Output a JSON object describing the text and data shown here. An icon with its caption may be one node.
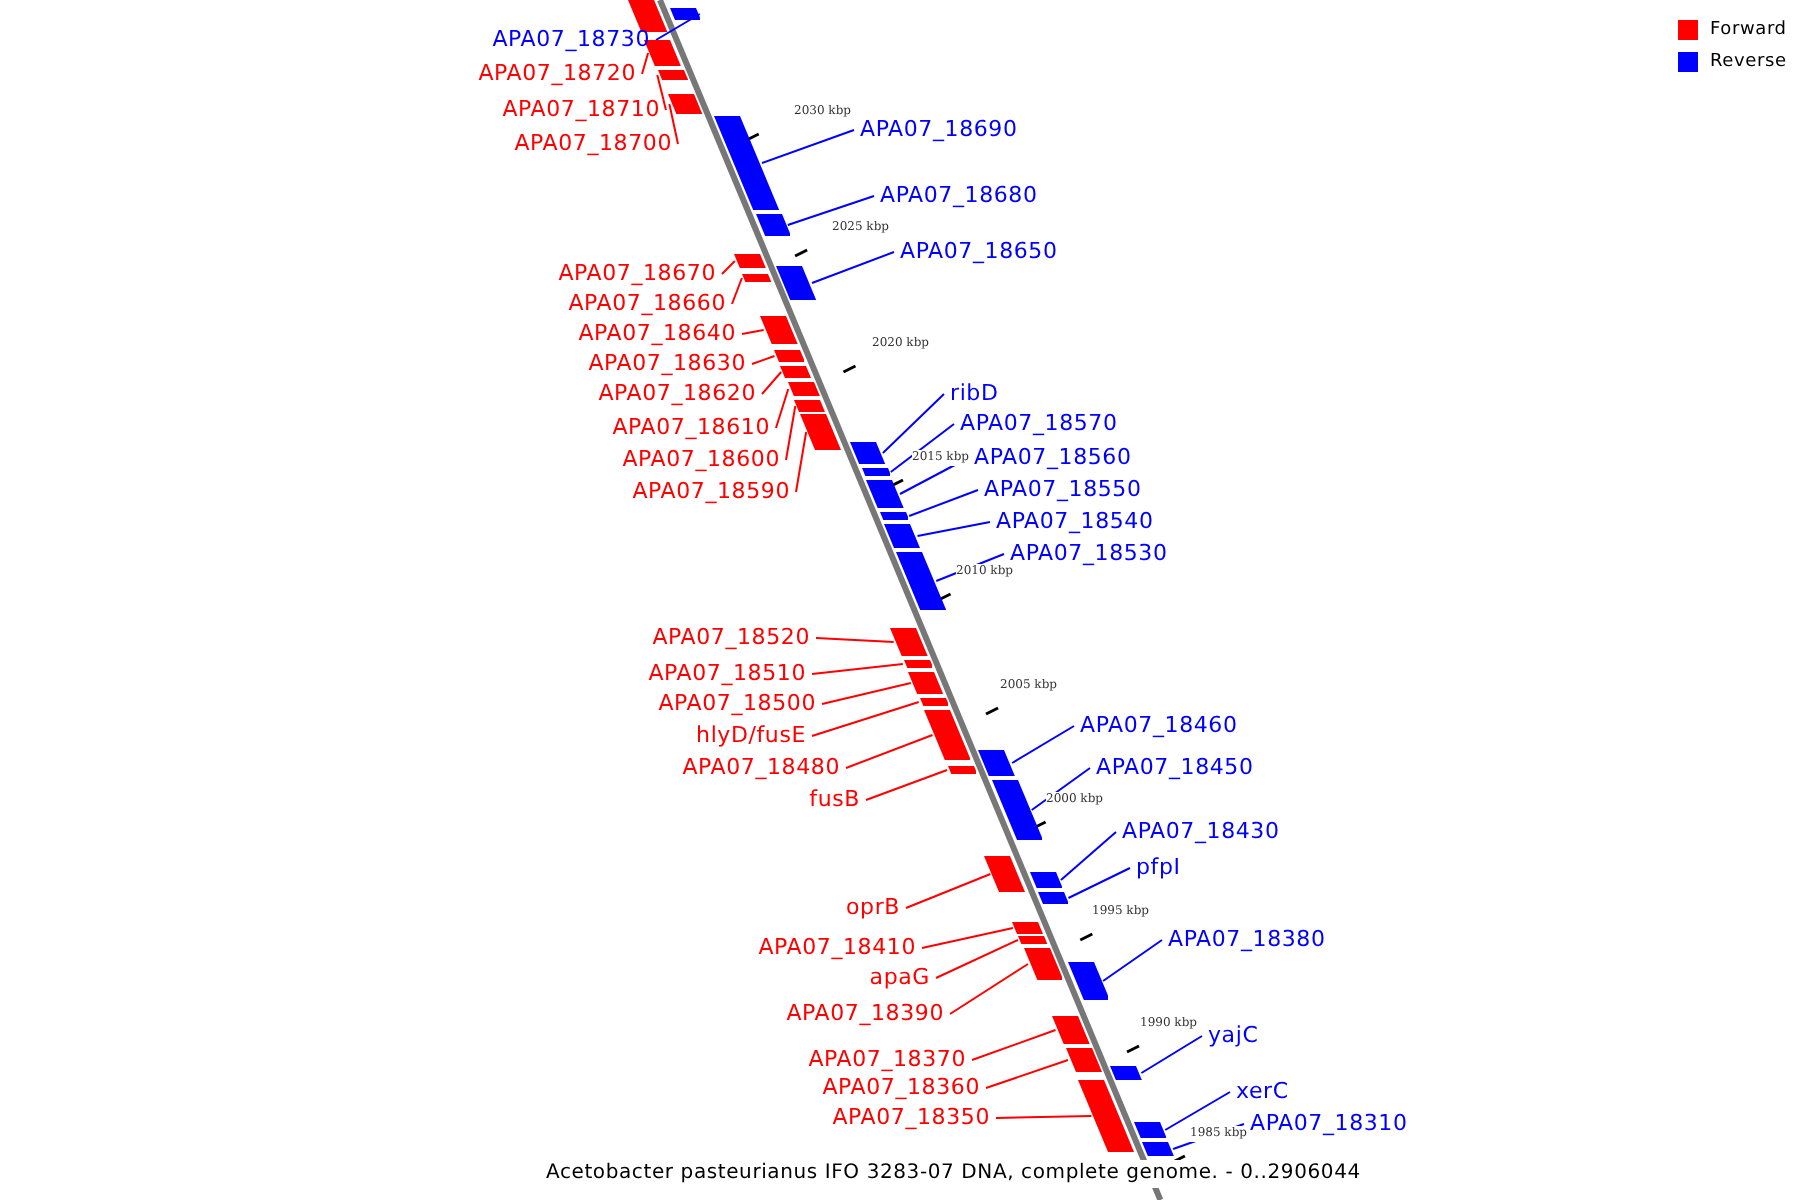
{
  "diagram": {
    "caption": "Acetobacter pasteurianus IFO 3283-07 DNA, complete genome. - 0..2906044",
    "nodes": [
      {
        "text": [
          "APA07_18730"
        ]
      },
      {
        "text": [
          "APA07_18720"
        ]
      },
      {
        "text": [
          "APA07_18710"
        ]
      },
      {
        "text": [
          "APA07_18690"
        ]
      },
      {
        "text": [
          "APA07_18700"
        ]
      },
      {
        "text": [
          "APA07_18680"
        ]
      },
      {
        "text": [
          "APA07_18650"
        ]
      },
      {
        "text": [
          "APA07_18670"
        ]
      },
      {
        "text": [
          "APA07_18660"
        ]
      },
      {
        "text": [
          "APA07_18640"
        ]
      },
      {
        "text": [
          "APA07_18630"
        ]
      },
      {
        "text": [
          "APA07_18620"
        ]
      },
      {
        "text": [
          "ribD"
        ]
      },
      {
        "text": [
          "APA07_18570"
        ]
      },
      {
        "text": [
          "APA07_18610"
        ]
      },
      {
        "text": [
          "APA07_18560"
        ]
      },
      {
        "text": [
          "APA07_18600"
        ]
      },
      {
        "text": [
          "APA07_18550"
        ]
      },
      {
        "text": [
          "APA07_18590"
        ]
      },
      {
        "text": [
          "APA07_18540"
        ]
      },
      {
        "text": [
          "APA07_18530"
        ]
      },
      {
        "text": [
          "APA07_18520"
        ]
      },
      {
        "text": [
          "APA07_18510"
        ]
      },
      {
        "text": [
          "APA07_18500"
        ]
      },
      {
        "text": [
          "APA07_18460"
        ]
      },
      {
        "text": [
          "hlyD/fusE"
        ]
      },
      {
        "text": [
          "APA07_18480"
        ]
      },
      {
        "text": [
          "APA07_18450"
        ]
      },
      {
        "text": [
          "fusB"
        ]
      },
      {
        "text": [
          "APA07_18430"
        ]
      },
      {
        "text": [
          "pfpI"
        ]
      },
      {
        "text": [
          "oprB"
        ]
      },
      {
        "text": [
          "APA07_18380"
        ]
      },
      {
        "text": [
          "APA07_18410"
        ]
      },
      {
        "text": [
          "apaG"
        ]
      },
      {
        "text": [
          "APA07_18390"
        ]
      },
      {
        "text": [
          "yajC"
        ]
      },
      {
        "text": [
          "APA07_18370"
        ]
      },
      {
        "text": [
          "APA07_18360"
        ]
      },
      {
        "text": [
          "xerC"
        ]
      },
      {
        "text": [
          "APA07_18350"
        ]
      },
      {
        "text": [
          "APA07_18310"
        ]
      },
      {
        "text": [],
        "shape": "bar"
      },
      {
        "text": [],
        "shape": "bar"
      },
      {
        "text": [],
        "shape": "bar"
      },
      {
        "text": [],
        "shape": "bar"
      },
      {
        "text": [],
        "shape": "bar"
      },
      {
        "text": [],
        "shape": "bar"
      },
      {
        "text": [],
        "shape": "bar"
      },
      {
        "text": [],
        "shape": "bar"
      },
      {
        "text": [],
        "shape": "bar"
      },
      {
        "text": [],
        "shape": "bar"
      },
      {
        "text": [],
        "shape": "bar"
      },
      {
        "text": [],
        "shape": "bar"
      },
      {
        "text": [],
        "shape": "bar"
      },
      {
        "text": [],
        "shape": "bar"
      },
      {
        "text": [],
        "shape": "bar"
      },
      {
        "text": [],
        "shape": "bar"
      },
      {
        "text": [],
        "shape": "bar"
      },
      {
        "text": [],
        "shape": "bar"
      },
      {
        "text": [],
        "shape": "bar"
      },
      {
        "text": [],
        "shape": "bar"
      },
      {
        "text": [],
        "shape": "bar"
      },
      {
        "text": [],
        "shape": "bar"
      },
      {
        "text": [],
        "shape": "bar"
      },
      {
        "text": [],
        "shape": "bar"
      },
      {
        "text": [],
        "shape": "bar"
      },
      {
        "text": [],
        "shape": "bar"
      },
      {
        "text": [],
        "shape": "bar"
      },
      {
        "text": [],
        "shape": "bar"
      },
      {
        "text": [],
        "shape": "bar"
      },
      {
        "text": [],
        "shape": "bar"
      },
      {
        "text": [],
        "shape": "bar"
      },
      {
        "text": [],
        "shape": "bar"
      },
      {
        "text": [],
        "shape": "bar"
      },
      {
        "text": [],
        "shape": "bar"
      },
      {
        "text": [],
        "shape": "bar"
      },
      {
        "text": [],
        "shape": "bar"
      },
      {
        "text": [],
        "shape": "bar"
      },
      {
        "text": [],
        "shape": "bar"
      },
      {
        "text": [],
        "shape": "bar"
      },
      {
        "text": [],
        "shape": "bar"
      },
      {
        "text": [],
        "shape": "bar"
      },
      {
        "text": [],
        "shape": "bar"
      },
      {
        "text": [],
        "shape": "bar"
      }
    ],
    "edges": [
      {
        "from": 0,
        "to": 43,
        "arrow": "none",
        "color": "#0000ff"
      },
      {
        "from": 1,
        "to": 44,
        "arrow": "none"
      },
      {
        "from": 2,
        "to": 45,
        "arrow": "none"
      },
      {
        "from": 3,
        "to": 47,
        "arrow": "none",
        "color": "#0000ff"
      },
      {
        "from": 4,
        "to": 46,
        "arrow": "none"
      },
      {
        "from": 5,
        "to": 48,
        "arrow": "none",
        "color": "#0000ff"
      },
      {
        "from": 6,
        "to": 50,
        "arrow": "none",
        "color": "#0000ff"
      },
      {
        "from": 7,
        "to": 49,
        "arrow": "none"
      },
      {
        "from": 8,
        "to": 51,
        "arrow": "none"
      },
      {
        "from": 9,
        "to": 52,
        "arrow": "none"
      },
      {
        "from": 10,
        "to": 53,
        "arrow": "none"
      },
      {
        "from": 11,
        "to": 54,
        "arrow": "none"
      },
      {
        "from": 12,
        "to": 58,
        "arrow": "none",
        "color": "#0000ff"
      },
      {
        "from": 13,
        "to": 59,
        "arrow": "none",
        "color": "#0000ff"
      },
      {
        "from": 14,
        "to": 55,
        "arrow": "none"
      },
      {
        "from": 15,
        "to": 60,
        "arrow": "none",
        "color": "#0000ff"
      },
      {
        "from": 16,
        "to": 56,
        "arrow": "none"
      },
      {
        "from": 17,
        "to": 61,
        "arrow": "none",
        "color": "#0000ff"
      },
      {
        "from": 18,
        "to": 57,
        "arrow": "none"
      },
      {
        "from": 19,
        "to": 62,
        "arrow": "none",
        "color": "#0000ff"
      },
      {
        "from": 20,
        "to": 63,
        "arrow": "none",
        "color": "#0000ff"
      },
      {
        "from": 21,
        "to": 64,
        "arrow": "none"
      },
      {
        "from": 22,
        "to": 65,
        "arrow": "none"
      },
      {
        "from": 23,
        "to": 66,
        "arrow": "none"
      },
      {
        "from": 24,
        "to": 69,
        "arrow": "none",
        "color": "#0000ff"
      },
      {
        "from": 25,
        "to": 67,
        "arrow": "none"
      },
      {
        "from": 26,
        "to": 68,
        "arrow": "none"
      },
      {
        "from": 27,
        "to": 71,
        "arrow": "none",
        "color": "#0000ff"
      },
      {
        "from": 28,
        "to": 70,
        "arrow": "none"
      },
      {
        "from": 29,
        "to": 73,
        "arrow": "none",
        "color": "#0000ff"
      },
      {
        "from": 30,
        "to": 74,
        "arrow": "none",
        "color": "#0000ff"
      },
      {
        "from": 31,
        "to": 72,
        "arrow": "none"
      },
      {
        "from": 32,
        "to": 78,
        "arrow": "none",
        "color": "#0000ff"
      },
      {
        "from": 33,
        "to": 75,
        "arrow": "none"
      },
      {
        "from": 34,
        "to": 76,
        "arrow": "none"
      },
      {
        "from": 35,
        "to": 77,
        "arrow": "none"
      },
      {
        "from": 36,
        "to": 81,
        "arrow": "none",
        "color": "#0000ff"
      },
      {
        "from": 37,
        "to": 79,
        "arrow": "none"
      },
      {
        "from": 38,
        "to": 80,
        "arrow": "none"
      },
      {
        "from": 39,
        "to": 83,
        "arrow": "none",
        "color": "#0000ff"
      },
      {
        "from": 40,
        "to": 82,
        "arrow": "none"
      },
      {
        "from": 41,
        "to": 84,
        "arrow": "none",
        "color": "#0000ff"
      }
    ],
    "labels": [
      "2030 kbp",
      "2025 kbp",
      "2020 kbp",
      "2015 kbp",
      "2010 kbp",
      "2005 kbp",
      "2000 kbp",
      "1995 kbp",
      "1990 kbp",
      "1985 kbp"
    ],
    "legend": [
      {
        "text": "Forward",
        "color": "#ff0000"
      },
      {
        "text": "Reverse",
        "color": "#0000ff"
      }
    ]
  }
}
